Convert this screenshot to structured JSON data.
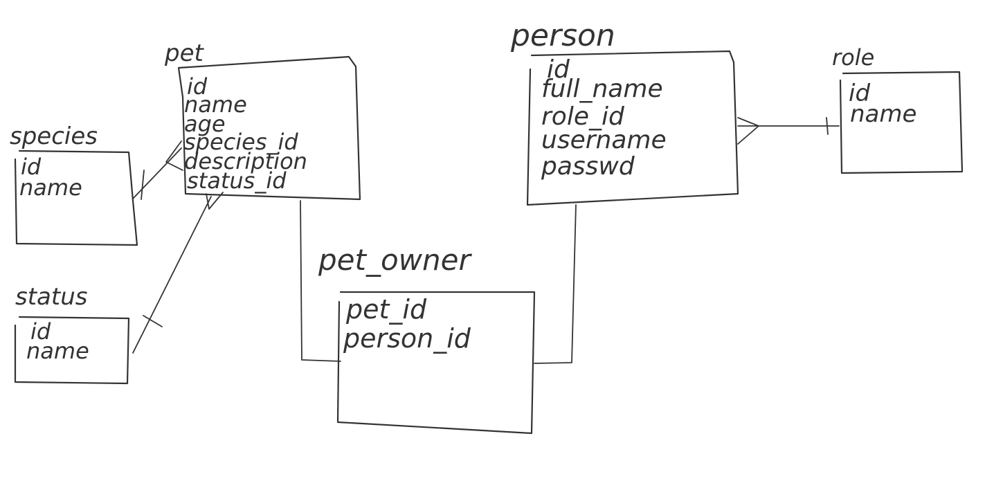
{
  "colors": {
    "ink": "#333333",
    "background": "#ffffff"
  },
  "tables": [
    {
      "id": "pet",
      "name": "pet",
      "fields": [
        "id",
        "name",
        "age",
        "species_id",
        "description",
        "status_id"
      ]
    },
    {
      "id": "species",
      "name": "species",
      "fields": [
        "id",
        "name"
      ]
    },
    {
      "id": "status",
      "name": "status",
      "fields": [
        "id",
        "name"
      ]
    },
    {
      "id": "person",
      "name": "person",
      "fields": [
        "id",
        "full_name",
        "role_id",
        "username",
        "passwd"
      ]
    },
    {
      "id": "role",
      "name": "role",
      "fields": [
        "id",
        "name"
      ]
    },
    {
      "id": "pet_owner",
      "name": "pet_owner",
      "fields": [
        "pet_id",
        "person_id"
      ]
    }
  ],
  "relations": [
    {
      "id": "pet-species",
      "from": "pet",
      "to": "species",
      "from_end": "many",
      "to_end": "one"
    },
    {
      "id": "pet-status",
      "from": "pet",
      "to": "status",
      "from_end": "many",
      "to_end": "one"
    },
    {
      "id": "person-role",
      "from": "person",
      "to": "role",
      "from_end": "many",
      "to_end": "one"
    },
    {
      "id": "pet-pet_owner",
      "from": "pet",
      "to": "pet_owner",
      "from_end": "none",
      "to_end": "none"
    },
    {
      "id": "person-pet_owner",
      "from": "person",
      "to": "pet_owner",
      "from_end": "none",
      "to_end": "none"
    }
  ]
}
